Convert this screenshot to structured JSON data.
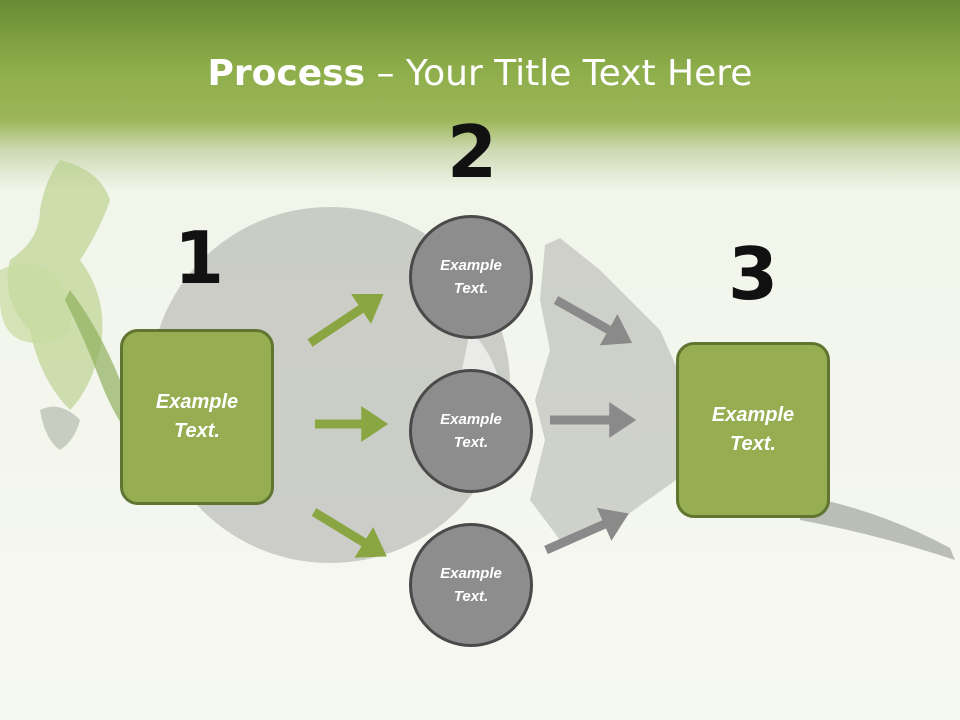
{
  "title": {
    "bold": "Process",
    "rest": " – Your Title Text Here"
  },
  "steps": {
    "one": "1",
    "two": "2",
    "three": "3"
  },
  "left_box": "Example Text.",
  "circles": [
    "Example Text.",
    "Example Text.",
    "Example Text."
  ],
  "right_box": "Example Text.",
  "colors": {
    "green_fill": "#96ad52",
    "green_border": "#5f7530",
    "circle_fill": "#8d8d8d",
    "circle_border": "#4a4a4a",
    "arrow_green": "#8aa643",
    "arrow_gray": "#8a8a8a"
  }
}
